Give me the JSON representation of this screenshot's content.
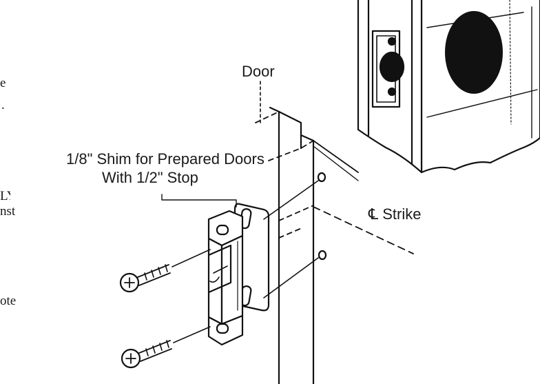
{
  "labels": {
    "door": "Door",
    "shim_line1": "1/8\" Shim for Prepared Doors",
    "shim_line2": "With 1/2\" Stop",
    "strike": "℄ Strike"
  },
  "cropped_text_fragments": [
    "e",
    ".",
    "LY",
    "nst",
    "ote"
  ]
}
